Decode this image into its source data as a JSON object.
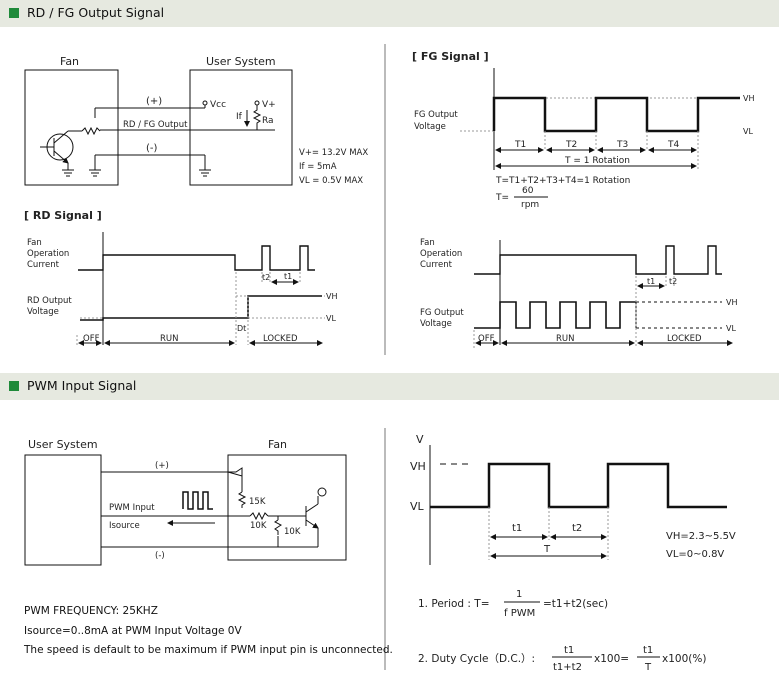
{
  "sections": {
    "rd_fg": "RD / FG Output Signal",
    "pwm": "PWM Input Signal"
  },
  "colors": {
    "accent": "#1f8a3a",
    "band": "#e6e9e0",
    "line": "#111111"
  },
  "circuit1": {
    "fan": "Fan",
    "user_system": "User System",
    "plus": "(+)",
    "minus": "(-)",
    "signal": "RD / FG Output",
    "vcc": "Vcc",
    "vplus": "V+",
    "if": "If",
    "ra": "Ra",
    "spec1": "V+= 13.2V MAX",
    "spec2": "If   = 5mA",
    "spec3": "VL = 0.5V MAX"
  },
  "fg_signal": {
    "title": "[ FG Signal ]",
    "ylabel1": "FG Output",
    "ylabel2": "Voltage",
    "vh": "VH",
    "vl": "VL",
    "t1": "T1",
    "t2": "T2",
    "t3": "T3",
    "t4": "T4",
    "rotation": "T = 1 Rotation",
    "sum": "T=T1+T2+T3+T4=1 Rotation",
    "teq": "T=",
    "num": "60",
    "den": "rpm"
  },
  "rd_signal": {
    "title": "[ RD Signal ]",
    "current1": "Fan",
    "current2": "Operation",
    "current3": "Current",
    "out1": "RD Output",
    "out2": "Voltage",
    "vh": "VH",
    "vl": "VL",
    "t1": "t1",
    "t2": "t2",
    "dt": "Dt",
    "off": "OFF",
    "run": "RUN",
    "locked": "LOCKED"
  },
  "fg_locked": {
    "current1": "Fan",
    "current2": "Operation",
    "current3": "Current",
    "out1": "FG Output",
    "out2": "Voltage",
    "vh": "VH",
    "vl": "VL",
    "t1": "t1",
    "t2": "t2",
    "off": "OFF",
    "run": "RUN",
    "locked": "LOCKED"
  },
  "circuit2": {
    "user_system": "User System",
    "fan": "Fan",
    "plus": "(+)",
    "minus": "(-)",
    "pwm_input": "PWM Input",
    "isource": "Isource",
    "r15k": "15K",
    "r10k": "10K",
    "r10k2": "10K"
  },
  "pwm_wave": {
    "v": "V",
    "vh": "VH",
    "vl": "VL",
    "t1": "t1",
    "t2": "t2",
    "t": "T",
    "vh_range": "VH=2.3~5.5V",
    "vl_range": "VL=0~0.8V"
  },
  "notes": {
    "freq": "PWM FREQUENCY: 25KHZ",
    "isource": "Isource=0..8mA at PWM Input Voltage 0V",
    "default": "The speed is default to be maximum if PWM input pin is unconnected."
  },
  "formulas": {
    "period_label": "1. Period : T=",
    "period_num": "1",
    "period_den": "f PWM",
    "period_rhs": "=t1+t2(sec)",
    "duty_label": "2. Duty Cycle（D.C.）:",
    "duty_num1": "t1",
    "duty_den1": "t1+t2",
    "duty_mid": "x100=",
    "duty_num2": "t1",
    "duty_den2": "T",
    "duty_rhs": "x100(%)"
  }
}
